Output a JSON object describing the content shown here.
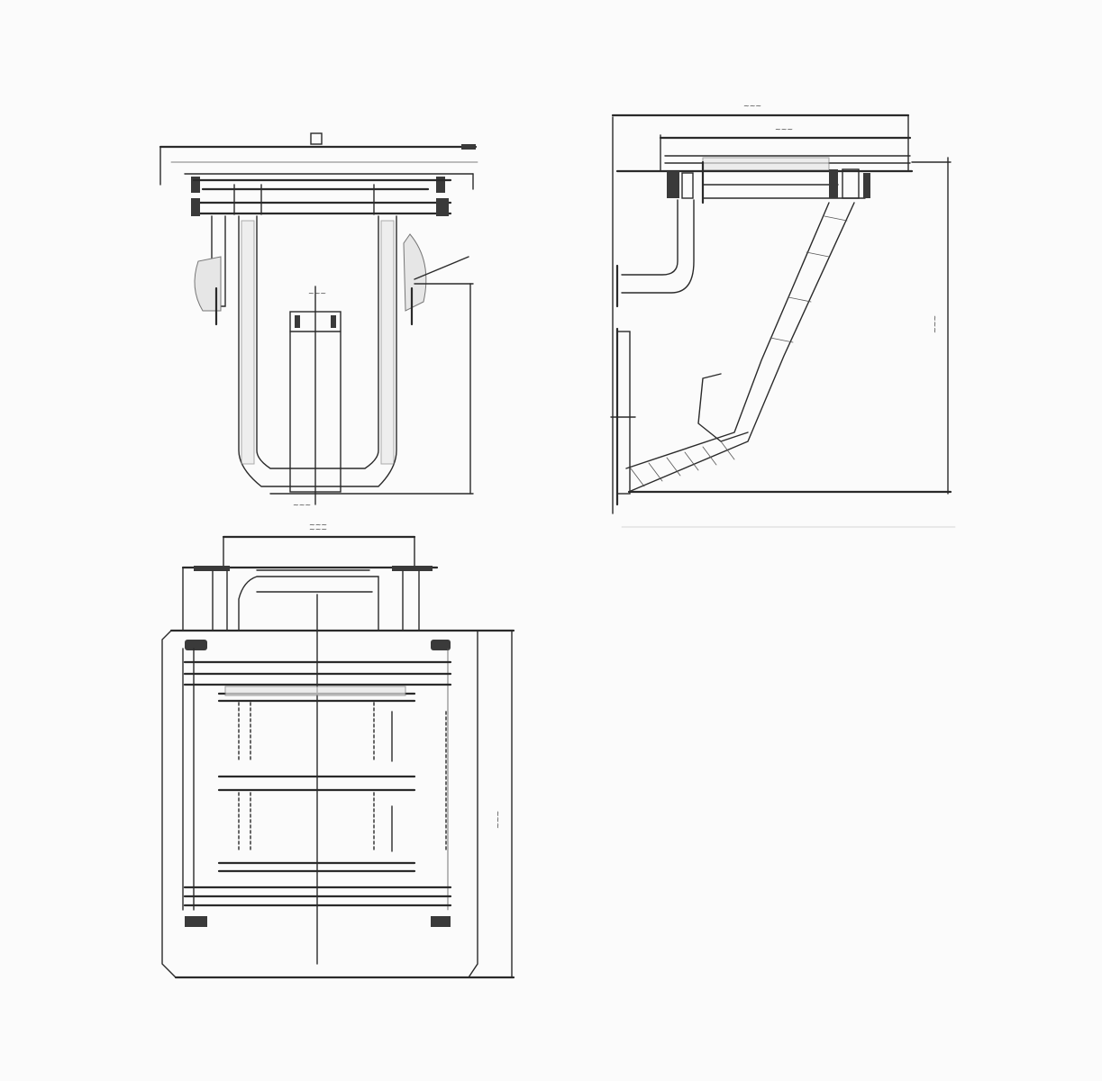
{
  "drawing": {
    "type": "orthographic technical drawing",
    "background": "#fbfbfb",
    "line_color": "#2a2a2a",
    "views": [
      {
        "id": "front-view",
        "position": "top-left",
        "labels_legible": false
      },
      {
        "id": "side-view",
        "position": "top-right",
        "labels_legible": false
      },
      {
        "id": "plan-view",
        "position": "bottom-left",
        "labels_legible": false
      }
    ],
    "dimension_labels": {
      "front_bottom": "~~~",
      "side_top_outer": "~~~",
      "side_top_inner": "~~~",
      "side_height": "~~~",
      "plan_top": "~~~",
      "plan_height": "~~~"
    }
  }
}
